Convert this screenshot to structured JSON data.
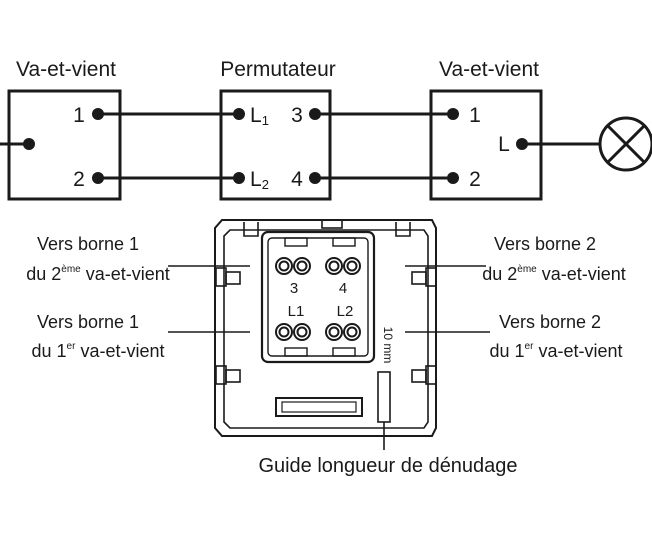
{
  "top": {
    "left_label": "Va-et-vient",
    "middle_label": "Permutateur",
    "right_label": "Va-et-vient",
    "left_t1": "1",
    "left_t2": "2",
    "mid_l1_main": "L",
    "mid_l1_sub": "1",
    "mid_l2_main": "L",
    "mid_l2_sub": "2",
    "mid_t3": "3",
    "mid_t4": "4",
    "right_t1": "1",
    "right_t2": "2",
    "right_l": "L"
  },
  "module": {
    "t3": "3",
    "t4": "4",
    "l1": "L1",
    "l2": "L2",
    "strip_gauge": "10 mm"
  },
  "callouts": {
    "top_left_1": "Vers borne 1",
    "top_left_2_pre": "du 2",
    "top_left_2_sup": "ème",
    "top_left_2_post": " va-et-vient",
    "bot_left_1": "Vers borne 1",
    "bot_left_2_pre": "du 1",
    "bot_left_2_sup": "er",
    "bot_left_2_post": " va-et-vient",
    "top_right_1": "Vers borne 2",
    "top_right_2_pre": "du 2",
    "top_right_2_sup": "ème",
    "top_right_2_post": " va-et-vient",
    "bot_right_1": "Vers borne 2",
    "bot_right_2_pre": "du 1",
    "bot_right_2_sup": "er",
    "bot_right_2_post": " va-et-vient",
    "guide": "Guide longueur de dénudage"
  }
}
